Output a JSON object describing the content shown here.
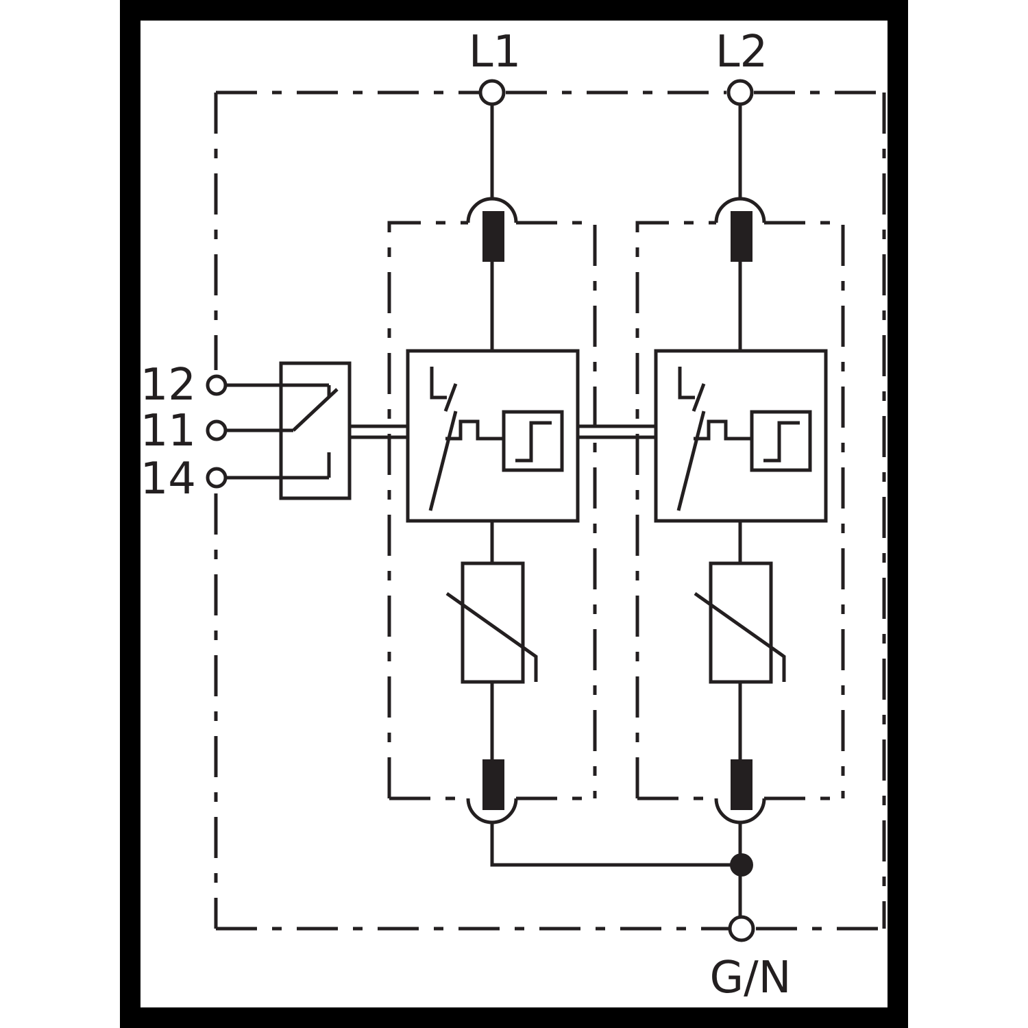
{
  "terminals": {
    "l1": "L1",
    "l2": "L2",
    "gn": "G/N",
    "contact_12": "12",
    "contact_11": "11",
    "contact_14": "14"
  },
  "colors": {
    "line": "#231f20",
    "frame": "#000000",
    "background": "#ffffff"
  }
}
